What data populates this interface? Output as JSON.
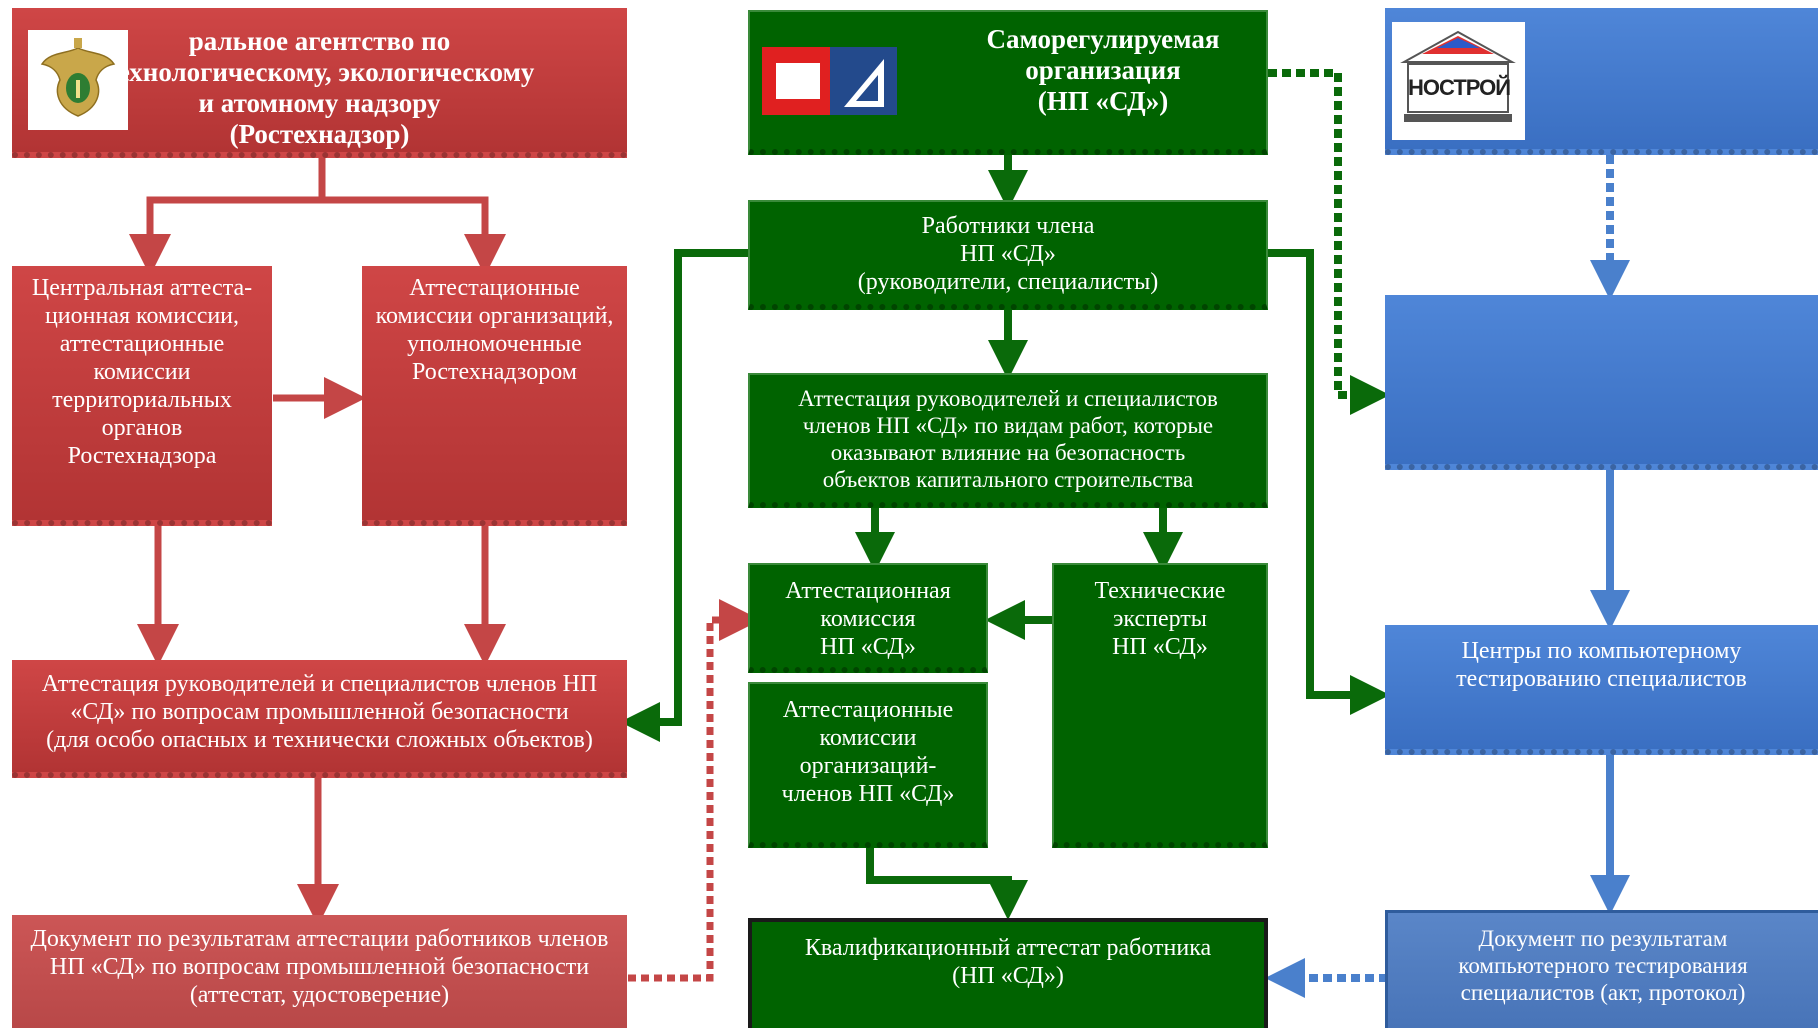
{
  "rostekh": {
    "lines": [
      "ральное агентство по",
      "технологическому, экологическому",
      "и атомному надзору",
      "(Ростехнадзор)"
    ]
  },
  "central_commission": {
    "lines": [
      "Центральная аттеста-",
      "ционная комиссии,",
      "аттестационные",
      "комиссии",
      "территориальных",
      "органов",
      "Ростехнадзора"
    ]
  },
  "org_commissions_rtn": {
    "lines": [
      "Аттестационные",
      "комиссии организаций,",
      "уполномоченные",
      "Ростехнадзором"
    ]
  },
  "attestation_industrial": {
    "lines": [
      "Аттестация руководителей и специалистов членов НП",
      "«СД» по вопросам промышленной безопасности",
      "(для особо опасных и технически сложных объектов)"
    ]
  },
  "document_industrial": {
    "lines": [
      "Документ по результатам аттестации работников членов",
      "НП «СД» по вопросам промышленной безопасности",
      "(аттестат, удостоверение)"
    ]
  },
  "sro": {
    "lines": [
      "Саморегулируемая",
      "организация",
      "(НП «СД»)"
    ]
  },
  "workers": {
    "lines": [
      "Работники члена",
      "НП «СД»",
      "(руководители, специалисты)"
    ]
  },
  "attestation_works": {
    "lines": [
      "Аттестация руководителей и специалистов",
      "членов НП «СД» по видам работ, которые",
      "оказывают влияние на безопасность",
      "объектов капитального строительства"
    ]
  },
  "sd_commission": {
    "lines": [
      "Аттестационная",
      "комиссия",
      "НП «СД»"
    ]
  },
  "tech_experts": {
    "lines": [
      "Технические",
      "эксперты",
      "НП «СД»"
    ]
  },
  "member_commissions": {
    "lines": [
      "Аттестационные",
      "комиссии",
      "организаций-",
      "членов НП «СД»"
    ]
  },
  "qualification_cert": {
    "lines": [
      "Квалификационный аттестат работника",
      "(НП «СД»)"
    ]
  },
  "nostroy": {
    "logo_text": "НОСТРОЙ"
  },
  "testing_centers": {
    "lines": [
      "Центры по компьютерному",
      "тестированию специалистов"
    ]
  },
  "document_testing": {
    "lines": [
      "Документ по результатам",
      "компьютерного тестирования",
      "специалистов (акт, протокол)"
    ]
  },
  "colors": {
    "red": "#c43c3c",
    "green": "#006300",
    "blue": "#3f78cc"
  }
}
